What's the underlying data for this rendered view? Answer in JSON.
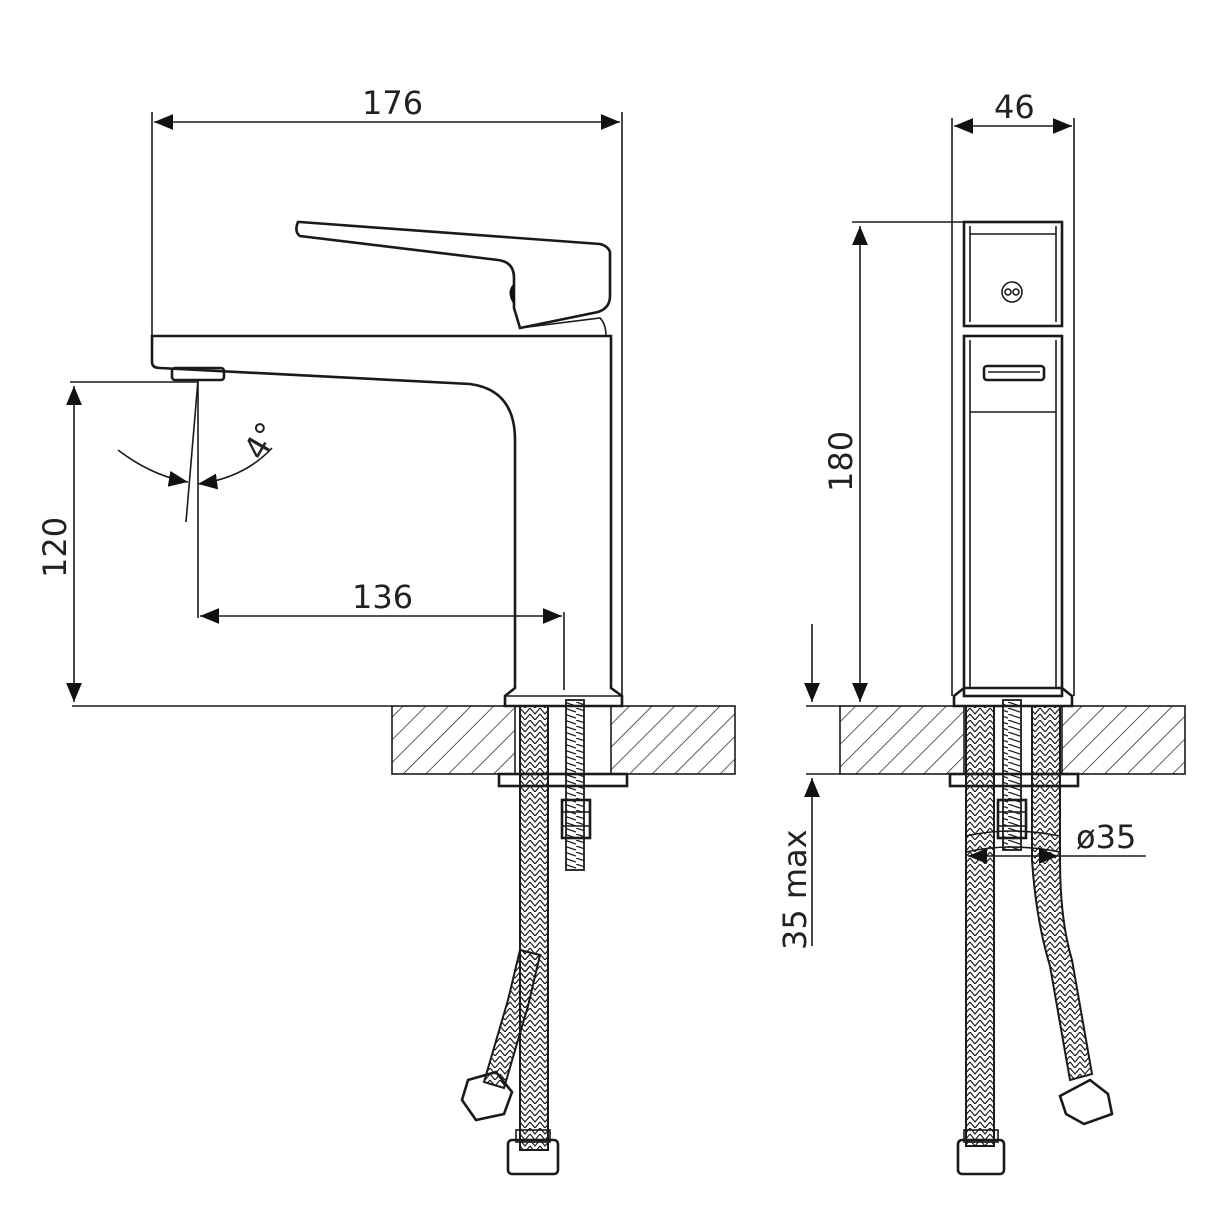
{
  "dimensions": {
    "overall_length": "176",
    "spout_height": "120",
    "spout_reach": "136",
    "angle": "4°",
    "side_width": "46",
    "total_height": "180",
    "max_deck": "35 max",
    "hole_diameter": "ø35"
  }
}
